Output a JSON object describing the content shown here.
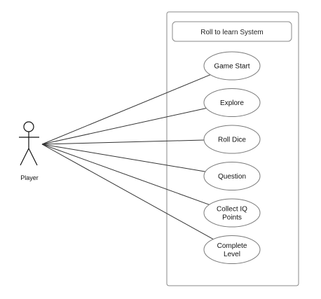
{
  "diagram": {
    "system": {
      "title": "Roll to learn System"
    },
    "actor": {
      "name": "Player"
    },
    "use_cases": [
      {
        "lines": [
          "Game Start"
        ]
      },
      {
        "lines": [
          "Explore"
        ]
      },
      {
        "lines": [
          "Roll Dice"
        ]
      },
      {
        "lines": [
          "Question"
        ]
      },
      {
        "lines": [
          "Collect IQ",
          "Points"
        ]
      },
      {
        "lines": [
          "Complete",
          "Level"
        ]
      }
    ]
  }
}
